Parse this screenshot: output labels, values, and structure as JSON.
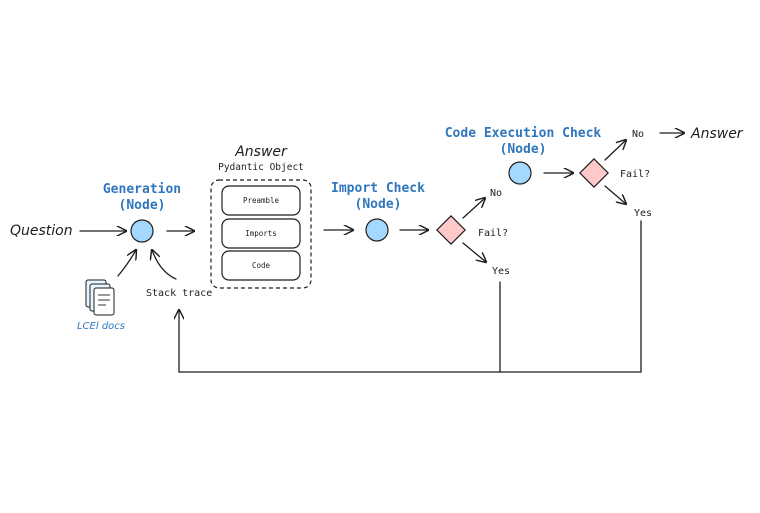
{
  "labels": {
    "question": "Question",
    "generation_title": "Generation",
    "generation_sub": "(Node)",
    "answer_top": "Answer",
    "pydantic_object": "Pydantic Object",
    "field_preamble": "Preamble",
    "field_imports": "Imports",
    "field_code": "Code",
    "import_title": "Import Check",
    "import_sub": "(Node)",
    "exec_title": "Code Execution Check",
    "exec_sub": "(Node)",
    "fail1": "Fail?",
    "no1": "No",
    "yes1": "Yes",
    "fail2": "Fail?",
    "no2": "No",
    "yes2": "Yes",
    "answer_final": "Answer",
    "lcel_docs": "LCEl docs",
    "stack_trace": "Stack trace"
  },
  "colors": {
    "node_fill": "#a5d8ff",
    "decision_fill": "#ffc9c9",
    "title_blue": "#2f76bd",
    "ink": "#1e1e1e"
  },
  "icons": {
    "docs": "document-stack-icon"
  }
}
